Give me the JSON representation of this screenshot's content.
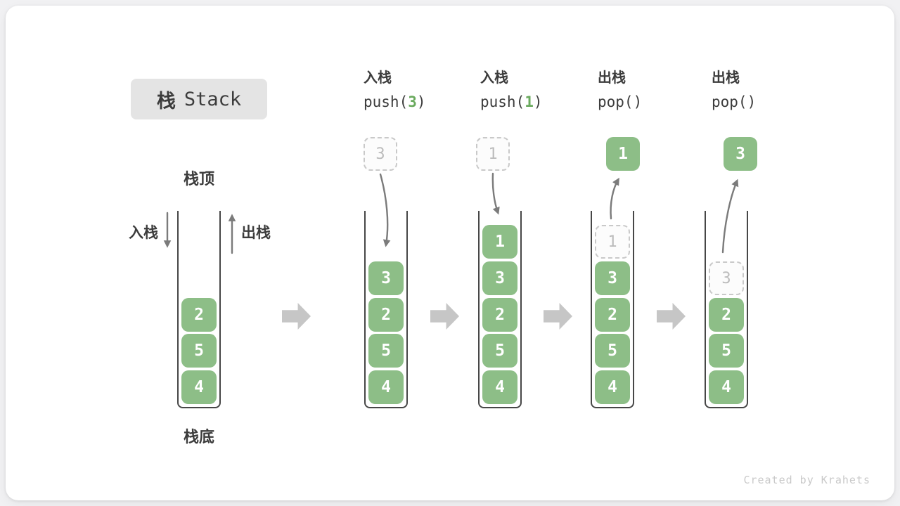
{
  "title": {
    "zh": "栈",
    "en": "Stack"
  },
  "legend": {
    "top": "栈顶",
    "bottom": "栈底",
    "push": "入栈",
    "pop": "出栈"
  },
  "initial_stack": {
    "values": [
      "2",
      "5",
      "4"
    ]
  },
  "steps": [
    {
      "action_zh": "入栈",
      "code": "push(",
      "code_arg": "3",
      "code_end": ")",
      "float_value": "3",
      "float_style": "dashed",
      "stack": [
        "3",
        "2",
        "5",
        "4"
      ]
    },
    {
      "action_zh": "入栈",
      "code": "push(",
      "code_arg": "1",
      "code_end": ")",
      "float_value": "1",
      "float_style": "dashed",
      "stack": [
        "1",
        "3",
        "2",
        "5",
        "4"
      ]
    },
    {
      "action_zh": "出栈",
      "code": "pop(",
      "code_arg": "",
      "code_end": ")",
      "float_value": "1",
      "float_style": "solid",
      "ghost_value": "1",
      "stack": [
        "3",
        "2",
        "5",
        "4"
      ]
    },
    {
      "action_zh": "出栈",
      "code": "pop(",
      "code_arg": "",
      "code_end": ")",
      "float_value": "3",
      "float_style": "solid",
      "ghost_value": "3",
      "stack": [
        "2",
        "5",
        "4"
      ]
    }
  ],
  "credit": "Created by Krahets",
  "colors": {
    "green": "#8dbe87",
    "green_text": "#6aaa5e",
    "arrow_gray": "#7b7b7b",
    "flow_arrow_gray": "#c6c6c6",
    "well_border": "#474747",
    "ghost_border": "#c9c9c9",
    "title_bg": "#e4e4e4",
    "text_dark": "#3c3c3c"
  }
}
